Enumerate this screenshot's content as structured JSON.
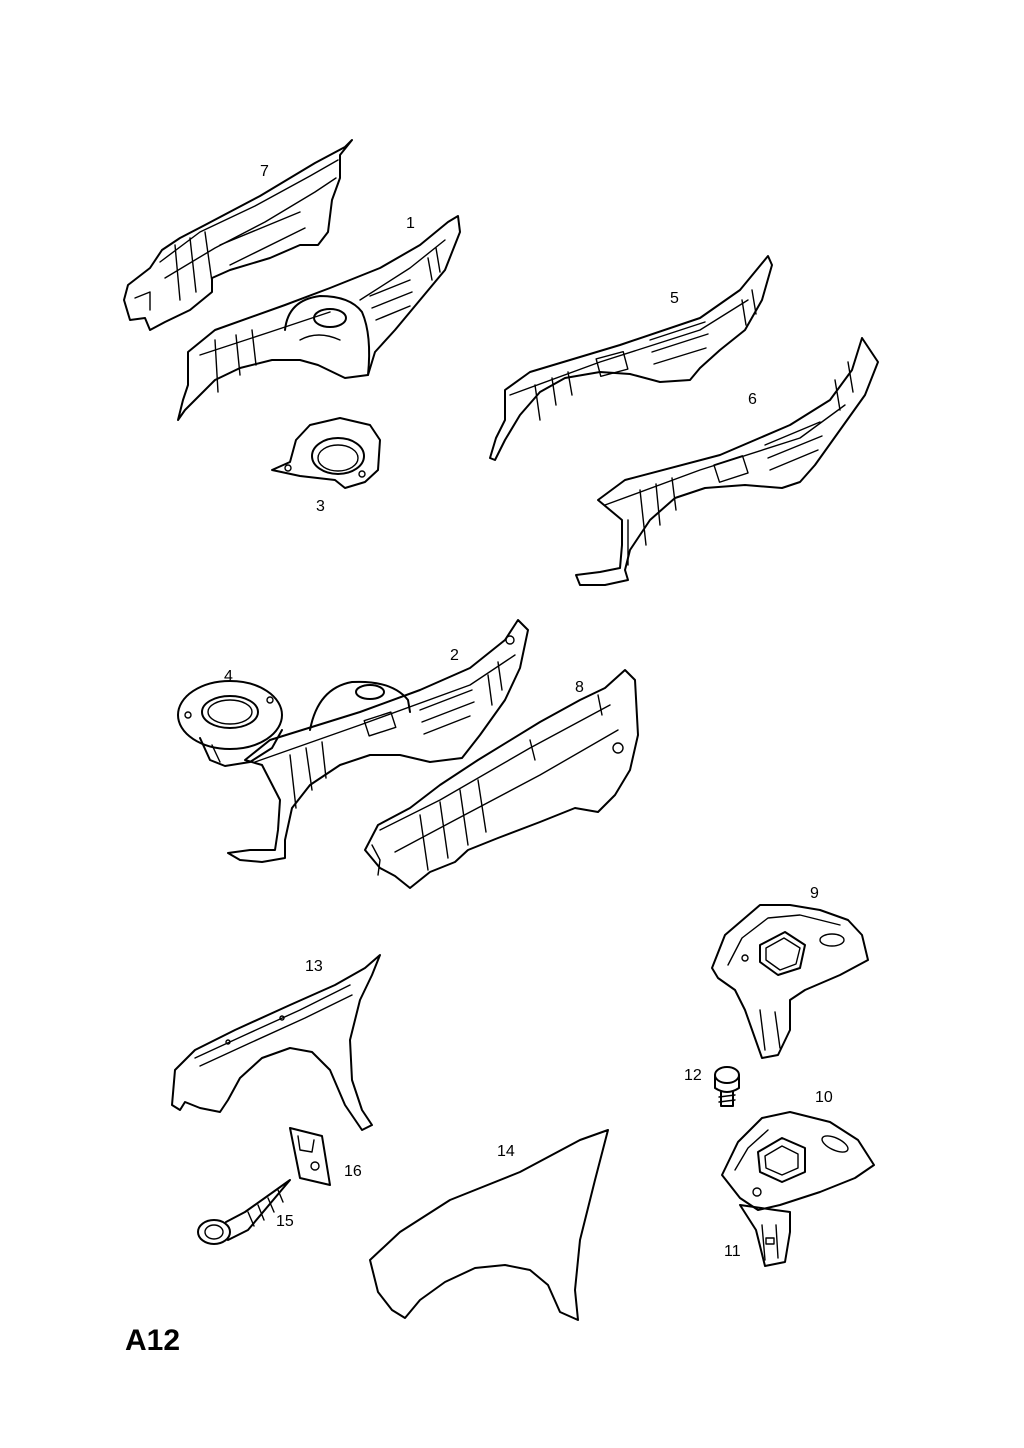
{
  "sheet_code": "A12",
  "callouts": [
    "1",
    "2",
    "3",
    "4",
    "5",
    "6",
    "7",
    "8",
    "9",
    "10",
    "11",
    "12",
    "13",
    "14",
    "15",
    "16"
  ]
}
